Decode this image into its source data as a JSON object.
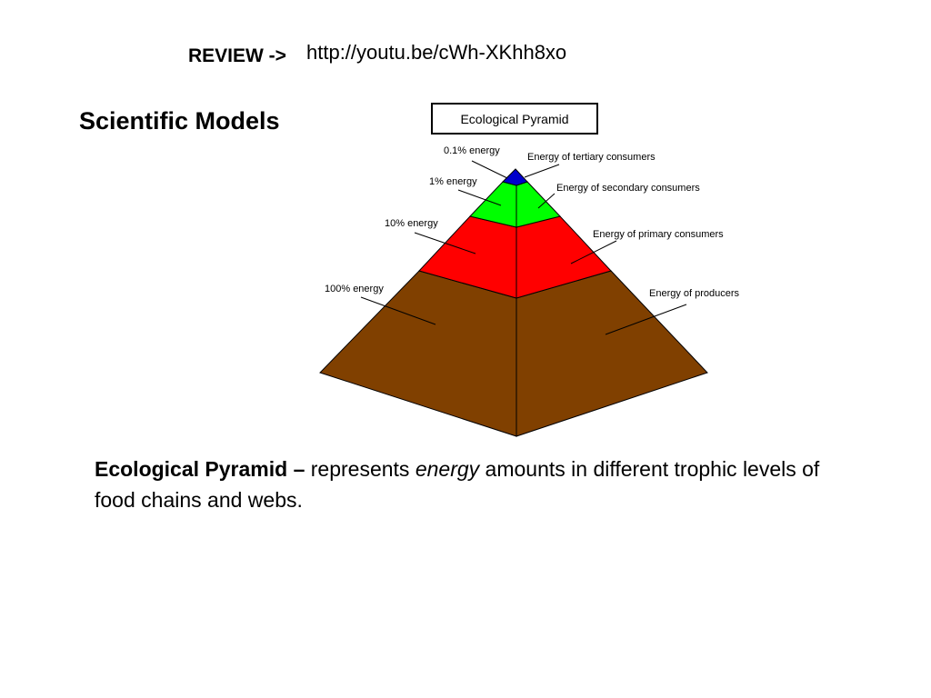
{
  "header": {
    "review_label": "REVIEW ->",
    "video_link": "http://youtu.be/cWh-XKhh8xo"
  },
  "slide": {
    "title": "Scientific Models"
  },
  "diagram": {
    "title": "Ecological Pyramid",
    "levels": [
      {
        "energy_label": "0.1% energy",
        "level_label": "Energy of tertiary consumers",
        "color": "#0000cc"
      },
      {
        "energy_label": "1% energy",
        "level_label": "Energy of secondary consumers",
        "color": "#00ff00"
      },
      {
        "energy_label": "10% energy",
        "level_label": "Energy of primary consumers",
        "color": "#ff0000"
      },
      {
        "energy_label": "100% energy",
        "level_label": "Energy of producers",
        "color": "#804000"
      }
    ]
  },
  "definition": {
    "term": "Ecological Pyramid –",
    "text_before": " represents ",
    "emphasis": "energy",
    "text_after": " amounts in different trophic levels of food chains and webs."
  }
}
